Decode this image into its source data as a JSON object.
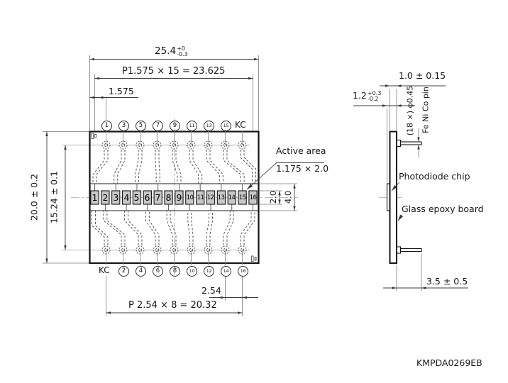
{
  "part_number": "KMPDA0269EB",
  "front_view": {
    "dim_width": {
      "value": "25.4",
      "tol_plus": "+0",
      "tol_minus": "-0.3"
    },
    "dim_element_pitch_total": "P1.575 × 15 = 23.625",
    "dim_element_pitch": "1.575",
    "dim_height": "20.0 ± 0.2",
    "dim_pin_row_span": "15.24 ± 0.1",
    "dim_active_height": "2.0",
    "dim_chip_height": "4.0",
    "dim_pin_pitch": "2.54",
    "dim_pin_pitch_total": "P 2.54 × 8 = 20.32",
    "active_area_label": "Active area",
    "active_area_size": "1.175 × 2.0",
    "top_pins": [
      "1",
      "3",
      "5",
      "7",
      "9",
      "11",
      "13",
      "15",
      "KC"
    ],
    "bottom_pins": [
      "KC",
      "2",
      "4",
      "6",
      "8",
      "10",
      "12",
      "14",
      "16"
    ],
    "elements": [
      "1",
      "2",
      "3",
      "4",
      "5",
      "6",
      "7",
      "8",
      "9",
      "10",
      "11",
      "12",
      "13",
      "14",
      "15",
      "16"
    ]
  },
  "side_view": {
    "dim_board_thickness": "1.0 ± 0.15",
    "dim_total_thickness": {
      "value": "1.2",
      "tol_plus": "+0.3",
      "tol_minus": "-0.2"
    },
    "pin_count_diameter": "(18 ×) φ0.45",
    "pin_material": "Fe Ni Co pin",
    "chip_label": "Photodiode chip",
    "board_label": "Glass epoxy board",
    "dim_pin_length": "3.5 ± 0.5"
  }
}
